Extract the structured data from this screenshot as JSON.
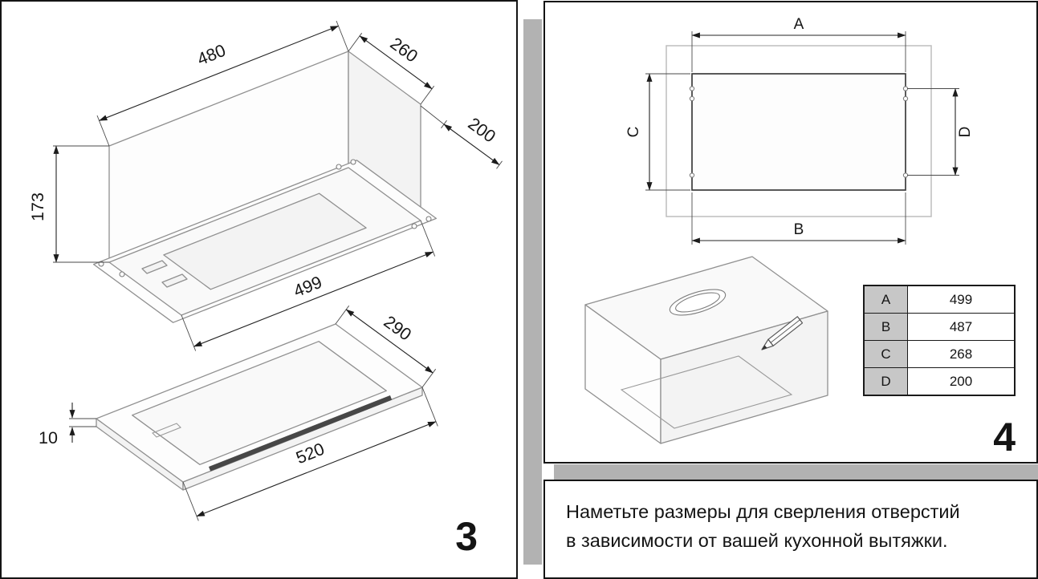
{
  "panel3": {
    "number": "3",
    "dimensions": {
      "width_top": "480",
      "depth_top": "260",
      "duct_depth": "200",
      "height": "173",
      "body_width": "499",
      "panel_depth": "290",
      "panel_thickness": "10",
      "panel_width": "520"
    }
  },
  "panel4": {
    "number": "4",
    "dim_labels": {
      "a": "A",
      "b": "B",
      "c": "C",
      "d": "D"
    },
    "table": [
      {
        "key": "A",
        "value": "499"
      },
      {
        "key": "B",
        "value": "487"
      },
      {
        "key": "C",
        "value": "268"
      },
      {
        "key": "D",
        "value": "200"
      }
    ]
  },
  "note": {
    "line1": "Наметьте размеры для сверления отверстий",
    "line2": "в зависимости от вашей кухонной вытяжки."
  },
  "colors": {
    "separator": "#b2b2b2",
    "table_key_bg": "#c7c7c7"
  }
}
